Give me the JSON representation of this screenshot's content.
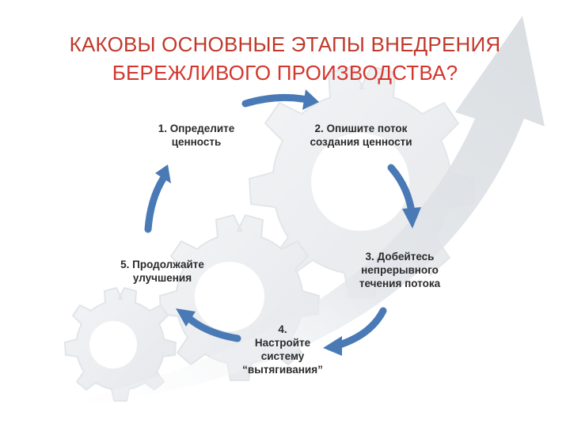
{
  "title": {
    "line1": "КАКОВЫ ОСНОВНЫЕ ЭТАПЫ ВНЕДРЕНИЯ",
    "line2": "БЕРЕЖЛИВОГО ПРОИЗВОДСТВА?"
  },
  "steps": [
    {
      "lines": [
        "1. Определите",
        "ценность"
      ]
    },
    {
      "lines": [
        "2. Опишите поток",
        "создания ценности"
      ]
    },
    {
      "lines": [
        "3. Добейтесь",
        "непрерывного",
        "течения потока"
      ]
    },
    {
      "lines": [
        "4.",
        "Настройте",
        "систему",
        "“вытягивания”"
      ]
    },
    {
      "lines": [
        "5. Продолжайте",
        "улучшения"
      ]
    }
  ],
  "colors": {
    "title": "#c0392b",
    "arrow": "#4a7ab5",
    "gear": "#eef0f2"
  },
  "icons": [
    "gear-icon",
    "swoosh-arrow-icon",
    "cycle-arrow-icon"
  ]
}
